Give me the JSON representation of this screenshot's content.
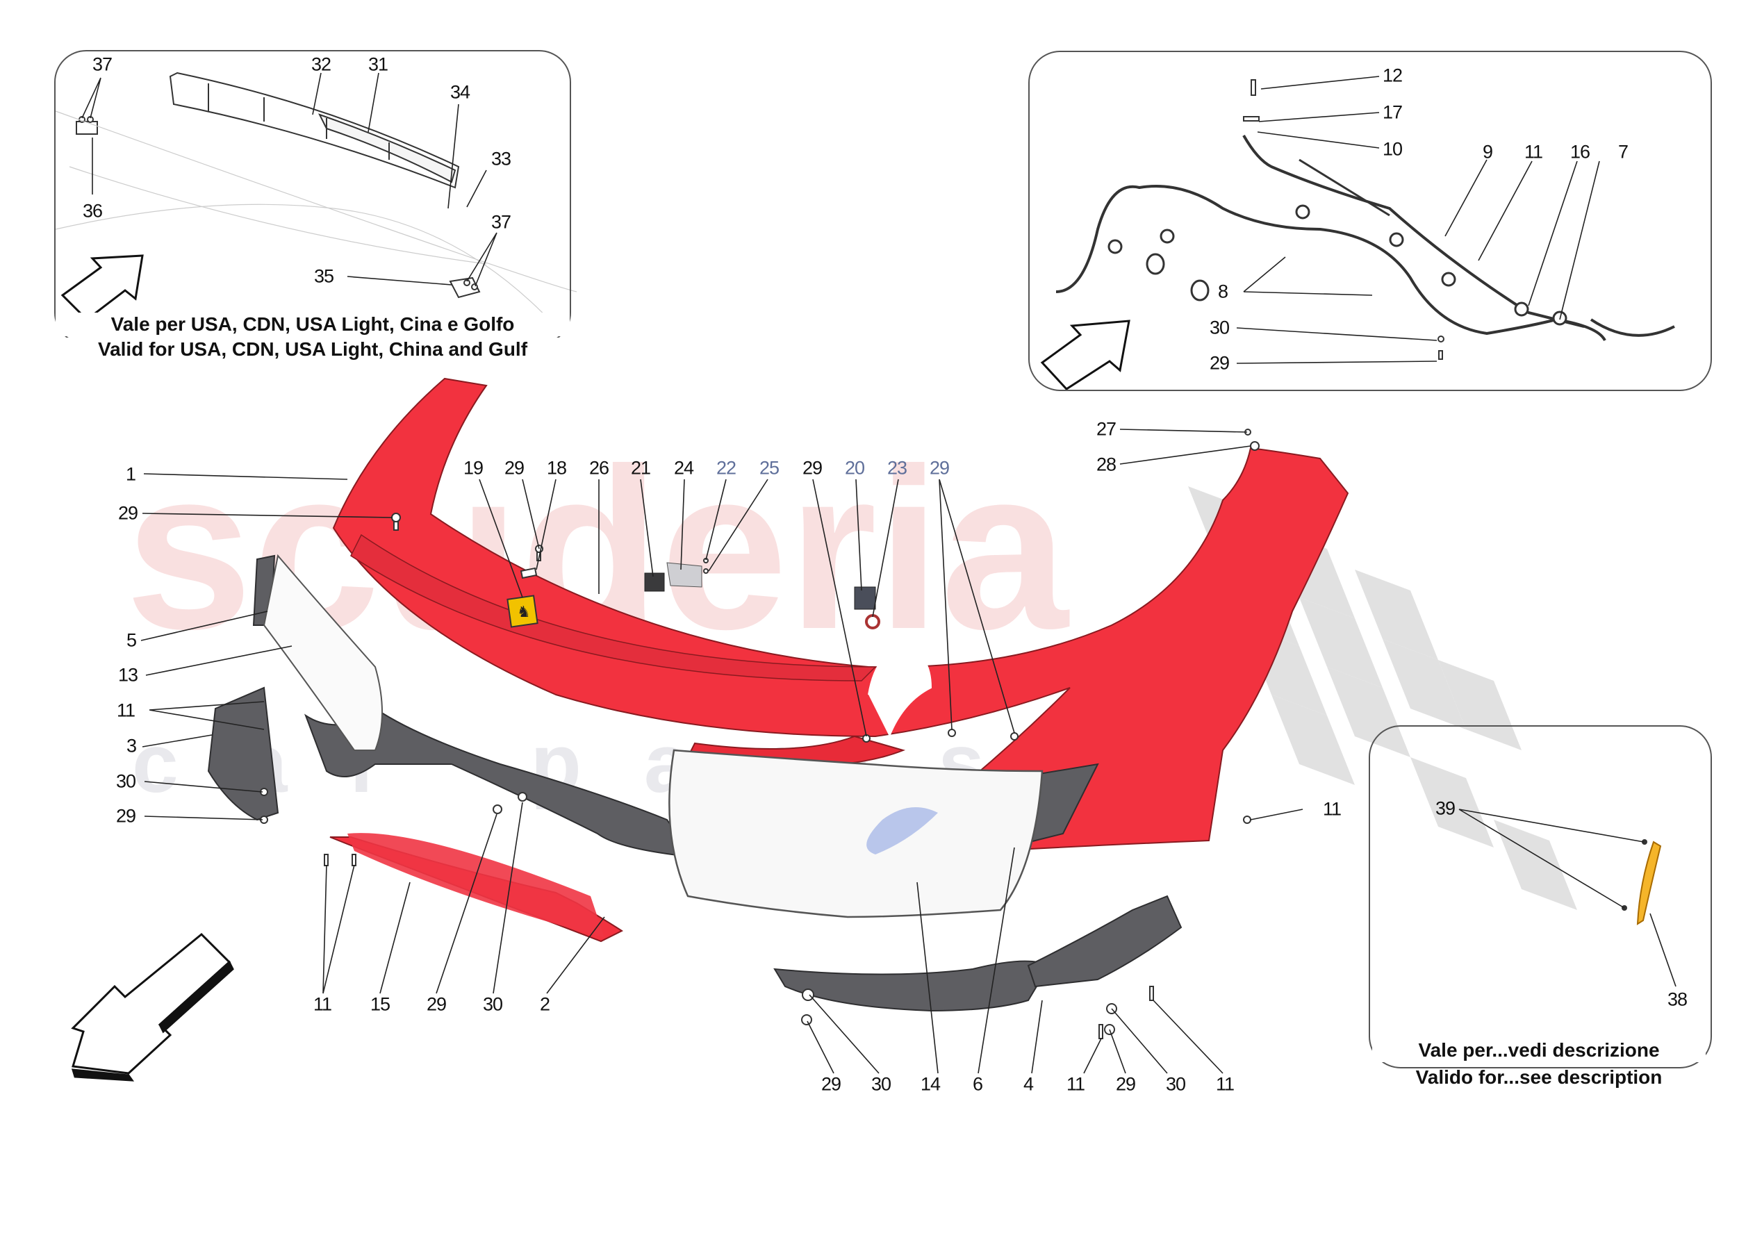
{
  "diagram": {
    "type": "exploded-parts-diagram",
    "subject": "Front bumper assembly",
    "colors": {
      "bumper_red": "#f2323f",
      "trim_grey": "#5e5e62",
      "watermark_red": "#f7d0d0",
      "checker_grey": "#dddddd",
      "marker_amber": "#f5b52a",
      "callout_blue": "#5f6f9a"
    },
    "watermark": {
      "line1": "scuderia",
      "line2": "car parts"
    }
  },
  "insets": {
    "top_left": {
      "caption_it": "Vale per USA, CDN, USA Light, Cina e Golfo",
      "caption_en": "Valid for USA, CDN, USA Light, China and Gulf",
      "callouts": [
        "37",
        "32",
        "31",
        "34",
        "33",
        "36",
        "37",
        "35"
      ]
    },
    "top_right": {
      "callouts": [
        "12",
        "17",
        "10",
        "9",
        "11",
        "16",
        "7",
        "8",
        "30",
        "29"
      ]
    },
    "bottom_right": {
      "caption_it": "Vale per...vedi descrizione",
      "caption_en": "Valido for...see description",
      "callouts": [
        "39",
        "38"
      ]
    }
  },
  "callouts": {
    "tl_37a": "37",
    "tl_32": "32",
    "tl_31": "31",
    "tl_34": "34",
    "tl_33": "33",
    "tl_36": "36",
    "tl_37b": "37",
    "tl_35": "35",
    "tr_12": "12",
    "tr_17": "17",
    "tr_10": "10",
    "tr_9": "9",
    "tr_11": "11",
    "tr_16": "16",
    "tr_7": "7",
    "tr_8": "8",
    "tr_30": "30",
    "tr_29": "29",
    "m_1": "1",
    "m_29a": "29",
    "m_19": "19",
    "m_29b": "29",
    "m_18": "18",
    "m_26": "26",
    "m_21": "21",
    "m_24": "24",
    "m_22": "22",
    "m_25": "25",
    "m_29c": "29",
    "m_20": "20",
    "m_23": "23",
    "m_29d": "29",
    "m_27": "27",
    "m_28": "28",
    "m_5": "5",
    "m_13": "13",
    "m_11a": "11",
    "m_3": "3",
    "m_30a": "30",
    "m_29e": "29",
    "m_11r": "11",
    "b_11": "11",
    "b_15": "15",
    "b_29": "29",
    "b_30": "30",
    "b_2": "2",
    "b_29b": "29",
    "b_30b": "30",
    "b_14": "14",
    "b_6": "6",
    "b_4": "4",
    "b_11b": "11",
    "b_29c": "29",
    "b_30c": "30",
    "b_11c": "11",
    "br_39": "39",
    "br_38": "38"
  }
}
